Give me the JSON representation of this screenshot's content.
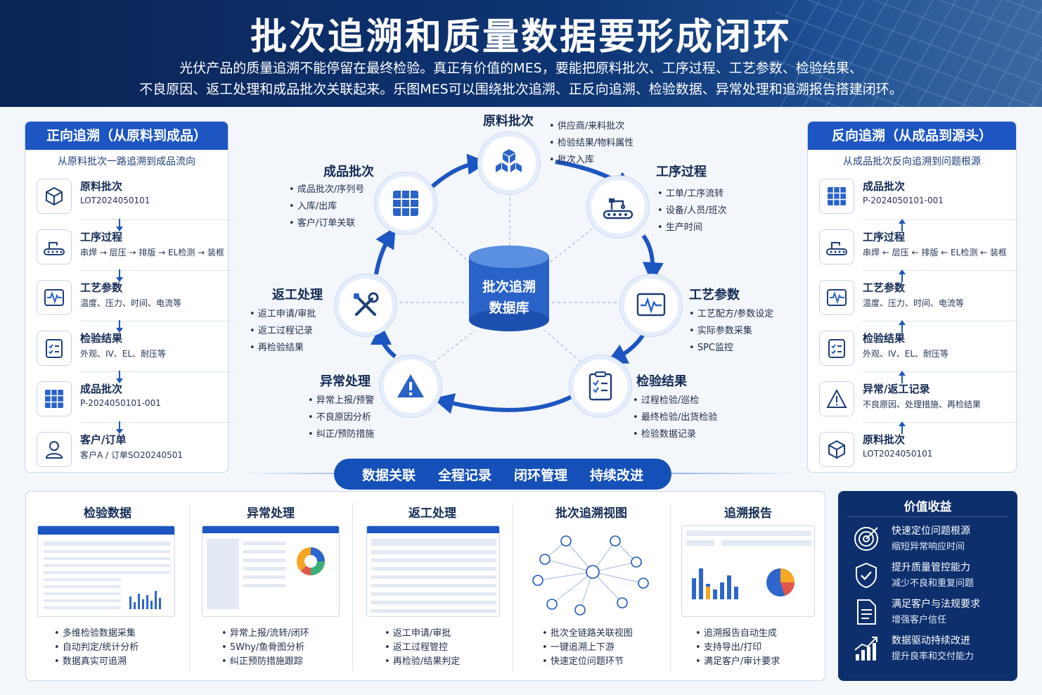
{
  "header": {
    "title": "批次追溯和质量数据要形成闭环",
    "subtitle_line1": "光伏产品的质量追溯不能停留在最终检验。真正有价值的MES，要能把原料批次、工序过程、工艺参数、检验结果、",
    "subtitle_line2": "不良原因、返工处理和成品批次关联起来。乐图MES可以围绕批次追溯、正反向追溯、检验数据、异常处理和追溯报告搭建闭环。"
  },
  "forward": {
    "title": "正向追溯（从原料到成品）",
    "subtitle": "从原料批次一路追溯到成品流向",
    "items": [
      {
        "icon": "cube-icon",
        "title": "原料批次",
        "detail": "LOT2024050101"
      },
      {
        "icon": "conveyor-icon",
        "title": "工序过程",
        "detail": "串焊 → 层压 → 排版 → EL检测 → 装框"
      },
      {
        "icon": "waveform-icon",
        "title": "工艺参数",
        "detail": "温度、压力、时间、电流等"
      },
      {
        "icon": "checklist-icon",
        "title": "检验结果",
        "detail": "外观、IV、EL、耐压等"
      },
      {
        "icon": "grid-panel-icon",
        "title": "成品批次",
        "detail": "P-2024050101-001"
      },
      {
        "icon": "user-icon",
        "title": "客户/订单",
        "detail": "客户A / 订单SO20240501"
      }
    ]
  },
  "reverse": {
    "title": "反向追溯（从成品到源头）",
    "subtitle": "从成品批次反向追溯到问题根源",
    "items": [
      {
        "icon": "grid-panel-icon",
        "title": "成品批次",
        "detail": "P-2024050101-001"
      },
      {
        "icon": "conveyor-icon",
        "title": "工序过程",
        "detail": "串焊 ← 层压 ← 排版 ← EL检测 ← 装框"
      },
      {
        "icon": "waveform-icon",
        "title": "工艺参数",
        "detail": "温度、压力、时间、电流等"
      },
      {
        "icon": "checklist-icon",
        "title": "检验结果",
        "detail": "外观、IV、EL、耐压等"
      },
      {
        "icon": "warning-icon",
        "title": "异常/返工记录",
        "detail": "不良原因、处理措施、再检结果"
      },
      {
        "icon": "cube-icon",
        "title": "原料批次",
        "detail": "LOT2024050101"
      }
    ]
  },
  "center": {
    "database_line1": "批次追溯",
    "database_line2": "数据库",
    "nodes": {
      "raw": {
        "title": "原料批次",
        "bullets": [
          "供应商/来料批次",
          "检验结果/物料属性",
          "批次入库"
        ]
      },
      "process": {
        "title": "工序过程",
        "bullets": [
          "工单/工序流转",
          "设备/人员/班次",
          "生产时间"
        ]
      },
      "params": {
        "title": "工艺参数",
        "bullets": [
          "工艺配方/参数设定",
          "实际参数采集",
          "SPC监控"
        ]
      },
      "inspect": {
        "title": "检验结果",
        "bullets": [
          "过程检验/巡检",
          "最终检验/出货检验",
          "检验数据记录"
        ]
      },
      "exception": {
        "title": "异常处理",
        "bullets": [
          "异常上报/预警",
          "不良原因分析",
          "纠正/预防措施"
        ]
      },
      "rework": {
        "title": "返工处理",
        "bullets": [
          "返工申请/审批",
          "返工过程记录",
          "再检验结果"
        ]
      },
      "product": {
        "title": "成品批次",
        "bullets": [
          "成品批次/序列号",
          "入库/出库",
          "客户/订单关联"
        ]
      }
    }
  },
  "band": [
    "数据关联",
    "全程记录",
    "闭环管理",
    "持续改进"
  ],
  "modules": [
    {
      "title": "检验数据",
      "bullets": [
        "多维检验数据采集",
        "自动判定/统计分析",
        "数据真实可追溯"
      ]
    },
    {
      "title": "异常处理",
      "bullets": [
        "异常上报/流转/闭环",
        "5Why/鱼骨图分析",
        "纠正预防措施跟踪"
      ]
    },
    {
      "title": "返工处理",
      "bullets": [
        "返工申请/审批",
        "返工过程管控",
        "再检验/结果判定"
      ]
    },
    {
      "title": "批次追溯视图",
      "bullets": [
        "批次全链路关联视图",
        "一键追溯上下游",
        "快速定位问题环节"
      ]
    },
    {
      "title": "追溯报告",
      "bullets": [
        "追溯报告自动生成",
        "支持导出/打印",
        "满足客户/审计要求"
      ]
    }
  ],
  "value": {
    "title": "价值收益",
    "items": [
      {
        "icon": "target-icon",
        "line1": "快速定位问题根源",
        "line2": "缩短异常响应时间"
      },
      {
        "icon": "shield-check-icon",
        "line1": "提升质量管控能力",
        "line2": "减少不良和重复问题"
      },
      {
        "icon": "document-icon",
        "line1": "满足客户与法规要求",
        "line2": "增强客户信任"
      },
      {
        "icon": "growth-chart-icon",
        "line1": "数据驱动持续改进",
        "line2": "提升良率和交付能力"
      }
    ]
  },
  "colors": {
    "primary": "#1d56c2",
    "dark": "#0d2f6c",
    "accent": "#f5a623"
  }
}
